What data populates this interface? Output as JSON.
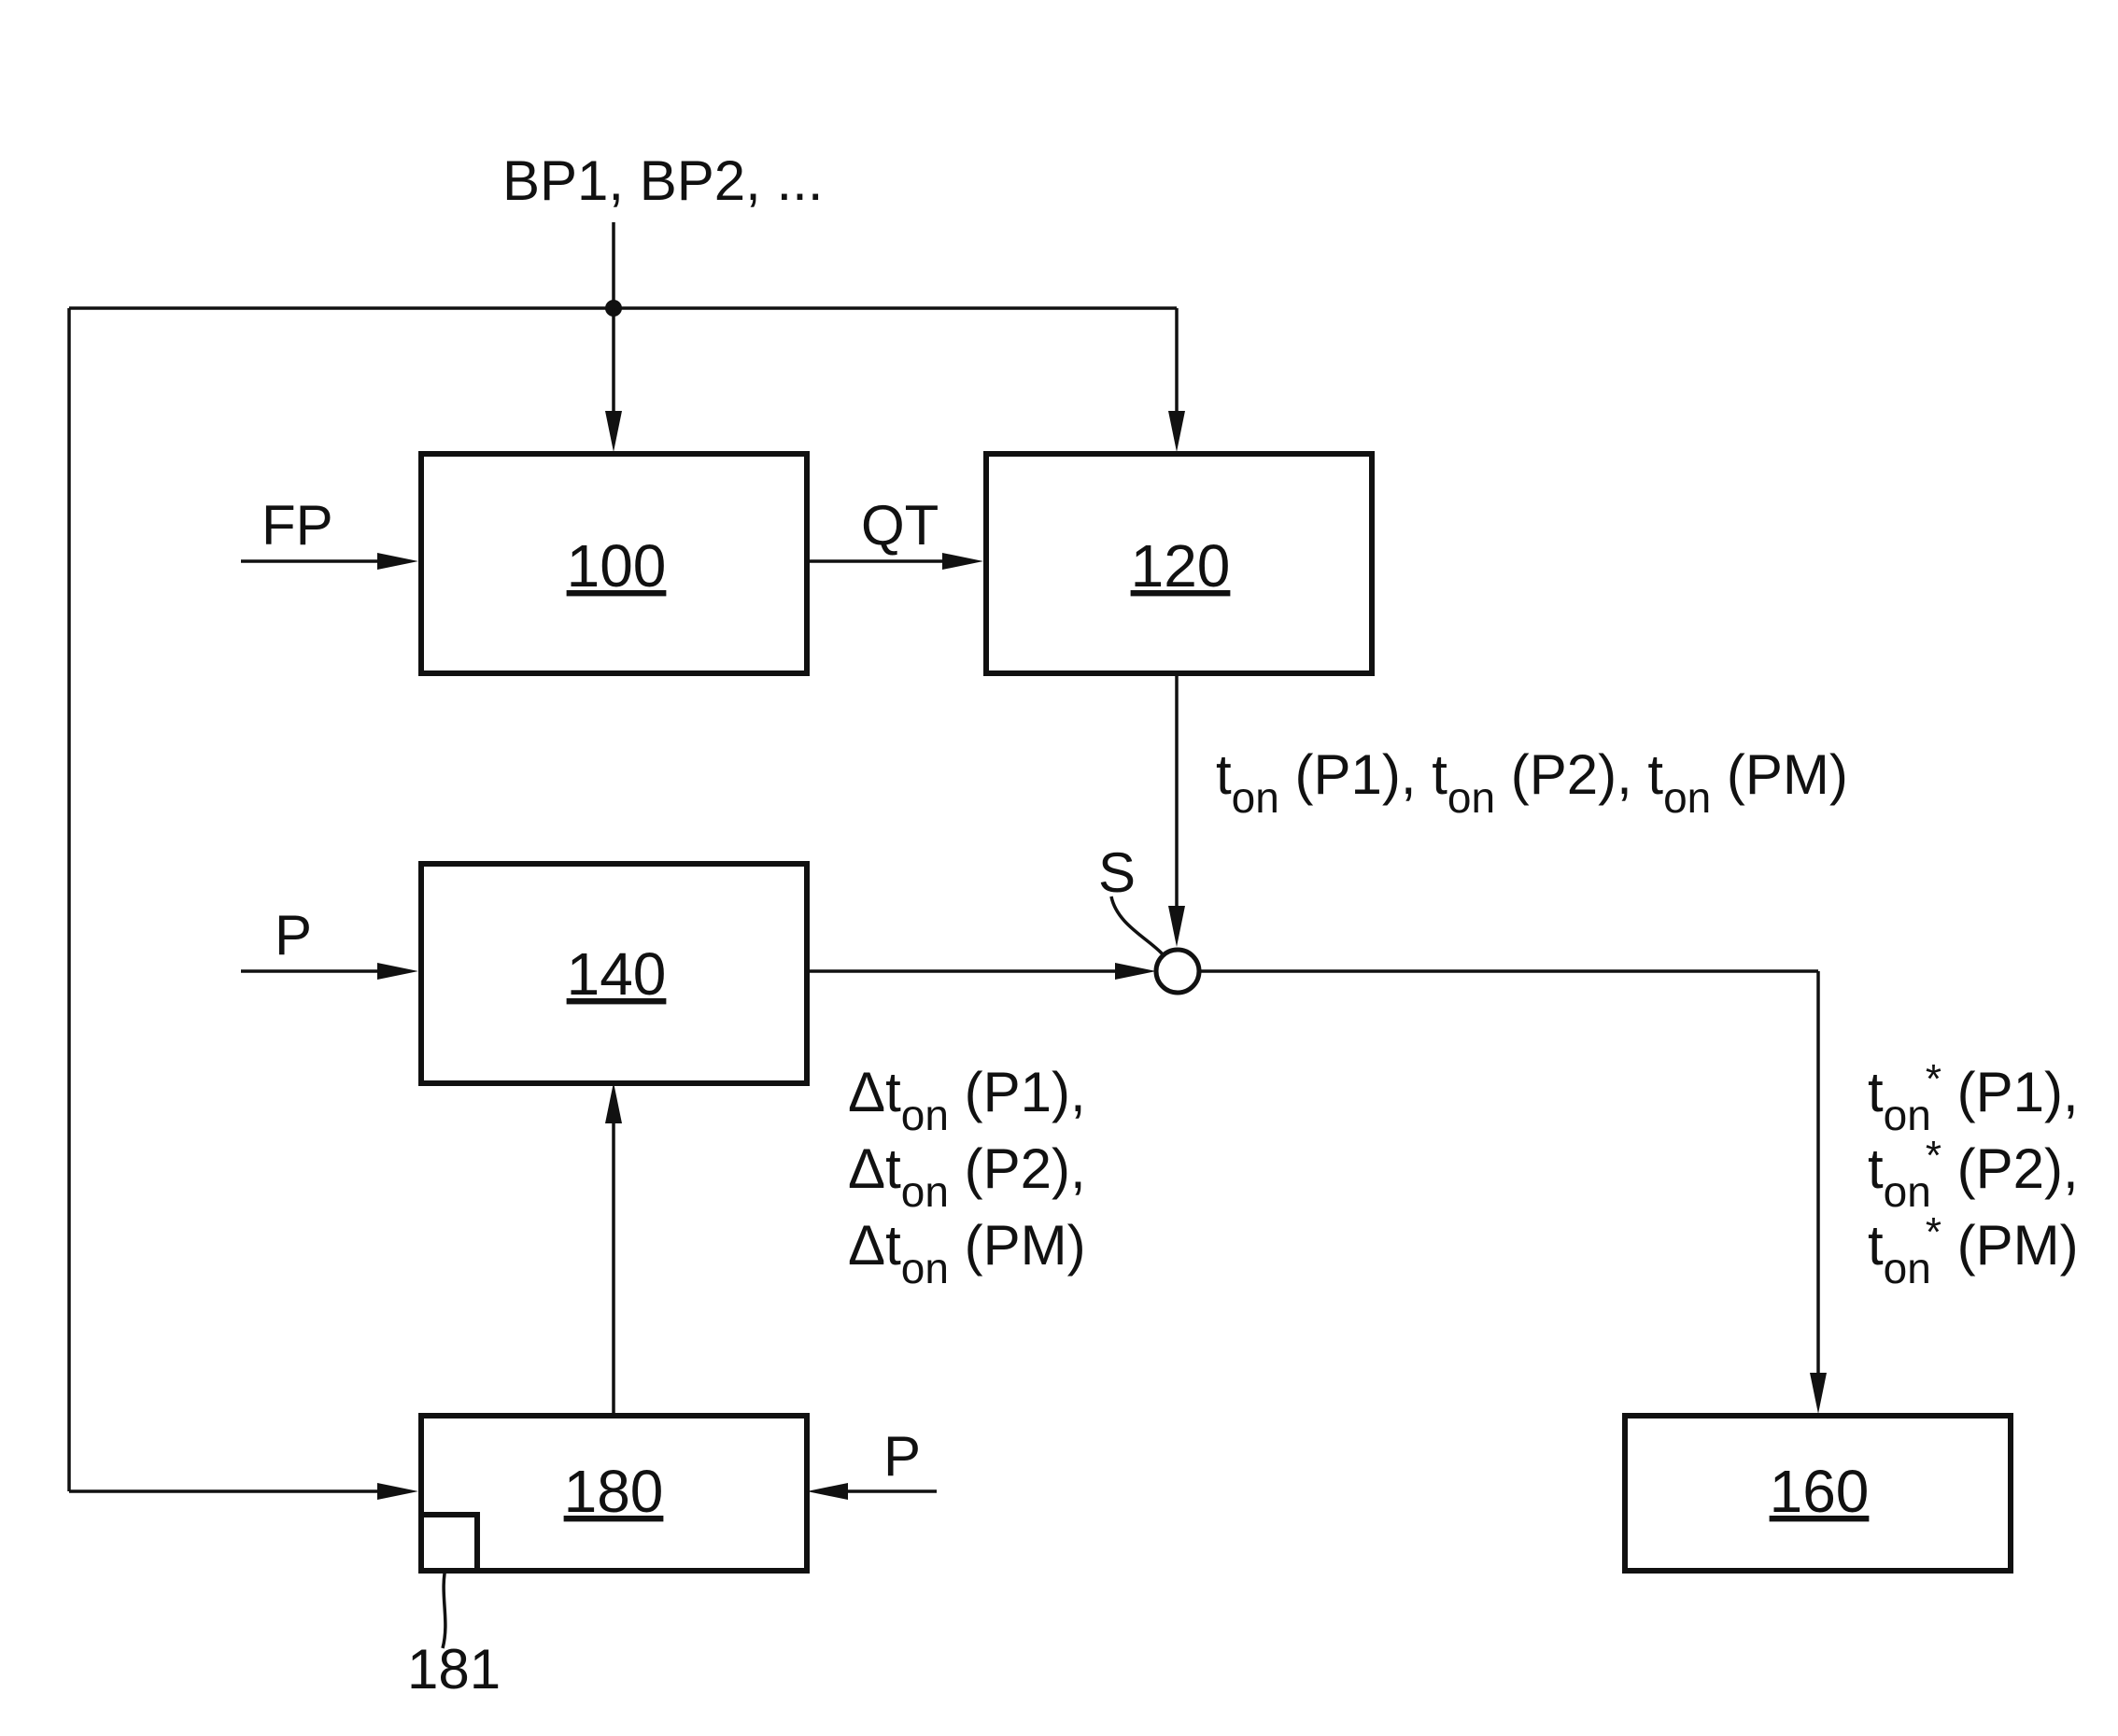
{
  "inputs": {
    "top": "BP1, BP2, ...",
    "fp": "FP",
    "p_140": "P",
    "p_180": "P",
    "qt": "QT"
  },
  "blocks": {
    "b100": "100",
    "b120": "120",
    "b140": "140",
    "b180": "180",
    "b160": "160"
  },
  "summing_point": "S",
  "reference_181": "181",
  "ton_line": {
    "t1": "t",
    "s1": "on",
    "r1": " (P1), ",
    "t2": "t",
    "s2": "on",
    "r2": " (P2), ",
    "t3": "t",
    "s3": "on",
    "r3": " (PM)"
  },
  "delta_lines": [
    {
      "prefix": "Δt",
      "sub": "on",
      "rest": " (P1),"
    },
    {
      "prefix": "Δt",
      "sub": "on",
      "rest": " (P2),"
    },
    {
      "prefix": "Δt",
      "sub": "on",
      "rest": " (PM)"
    }
  ],
  "star_lines": [
    {
      "t": "t",
      "sub": "on",
      "sup": "*",
      "rest": " (P1),"
    },
    {
      "t": "t",
      "sub": "on",
      "sup": "*",
      "rest": " (P2),"
    },
    {
      "t": "t",
      "sub": "on",
      "sup": "*",
      "rest": " (PM)"
    }
  ]
}
